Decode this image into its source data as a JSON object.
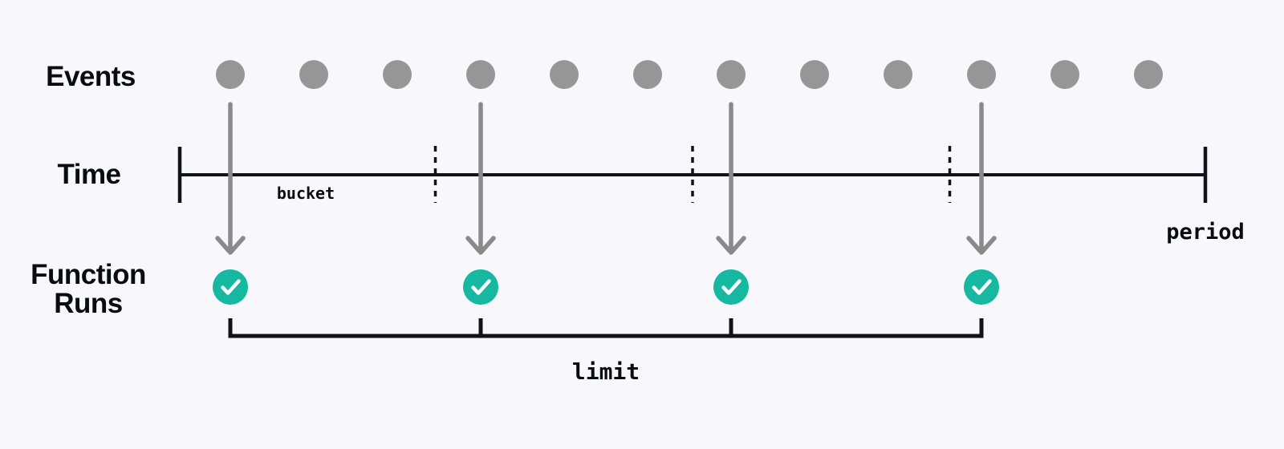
{
  "colors": {
    "background": "#f8f8fc",
    "event_dot": "#969696",
    "arrow": "#8a8a8d",
    "line": "#12121a",
    "check_circle": "#16b8a2",
    "check_mark": "#ffffff",
    "label_text": "#0b0b12"
  },
  "labels": {
    "events": "Events",
    "time": "Time",
    "function_runs_line1": "Function",
    "function_runs_line2": "Runs",
    "bucket": "bucket",
    "period": "period",
    "limit": "limit"
  },
  "diagram": {
    "event_count": 12,
    "bucket_count": 4,
    "bucket_divider_count": 3,
    "function_run_count": 4,
    "triggered_event_indices": [
      0,
      3,
      6,
      9
    ],
    "icons": {
      "function_run": "checkmark-icon",
      "event_to_run": "down-arrow-icon"
    }
  }
}
